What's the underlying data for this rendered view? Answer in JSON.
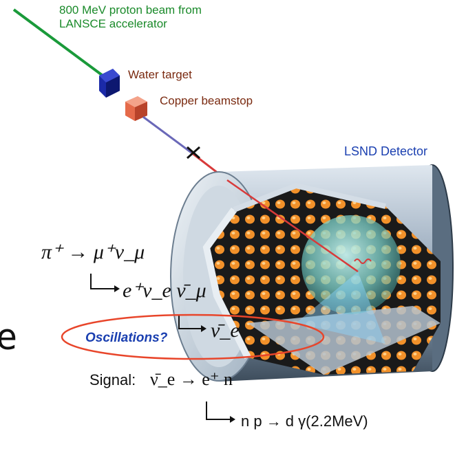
{
  "labels": {
    "beam": [
      "800 MeV proton beam from",
      "LANSCE accelerator"
    ],
    "water_target": "Water target",
    "copper_beamstop": "Copper beamstop",
    "detector": "LSND Detector",
    "oscillations": "Oscillations?",
    "signal_prefix": "Signal:",
    "edge_fragment": "e"
  },
  "equations": {
    "pion_decay": "π⁺ → μ⁺ν_μ",
    "muon_decay": "e⁺ν_e ν̄_μ",
    "oscillated": "ν̄_e",
    "signal": "ν̄_e → e⁺ n",
    "capture": "n p → d γ(2.2MeV)"
  },
  "colors": {
    "beam_line": "#1a9a3a",
    "beam_text": "#1a8a2a",
    "detector_text": "#1a3fb0",
    "target_text": "#7a2a10",
    "copper_text": "#7a2a10",
    "oscillation_ellipse": "#e8452a",
    "oscillation_text": "#1a3fb0",
    "pmt_orange": "#f2912a",
    "cylinder_outer": "#8fa3b8"
  }
}
